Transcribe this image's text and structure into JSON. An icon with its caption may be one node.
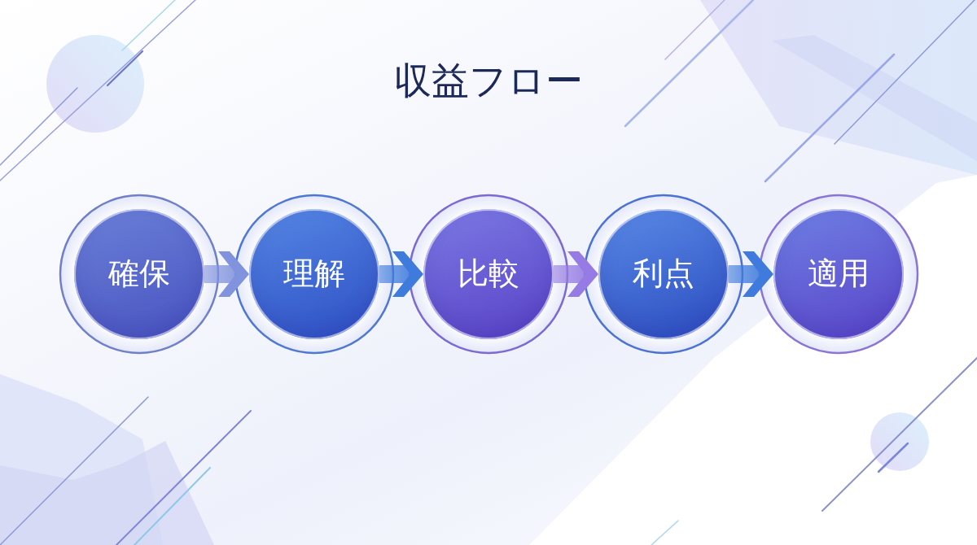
{
  "diagram": {
    "title": "収益フロー",
    "nodes": [
      {
        "text": [
          "確保"
        ]
      },
      {
        "text": [
          "理解"
        ]
      },
      {
        "text": [
          "比較"
        ]
      },
      {
        "text": [
          "利点"
        ]
      },
      {
        "text": [
          "適用"
        ]
      }
    ],
    "edges": [
      {
        "from": 0,
        "to": 1,
        "arrow": "to",
        "color": "#8193dd"
      },
      {
        "from": 1,
        "to": 2,
        "arrow": "to"
      },
      {
        "from": 2,
        "to": 3,
        "arrow": "to",
        "color": "#957be3"
      },
      {
        "from": 3,
        "to": 4,
        "arrow": "to"
      }
    ]
  }
}
